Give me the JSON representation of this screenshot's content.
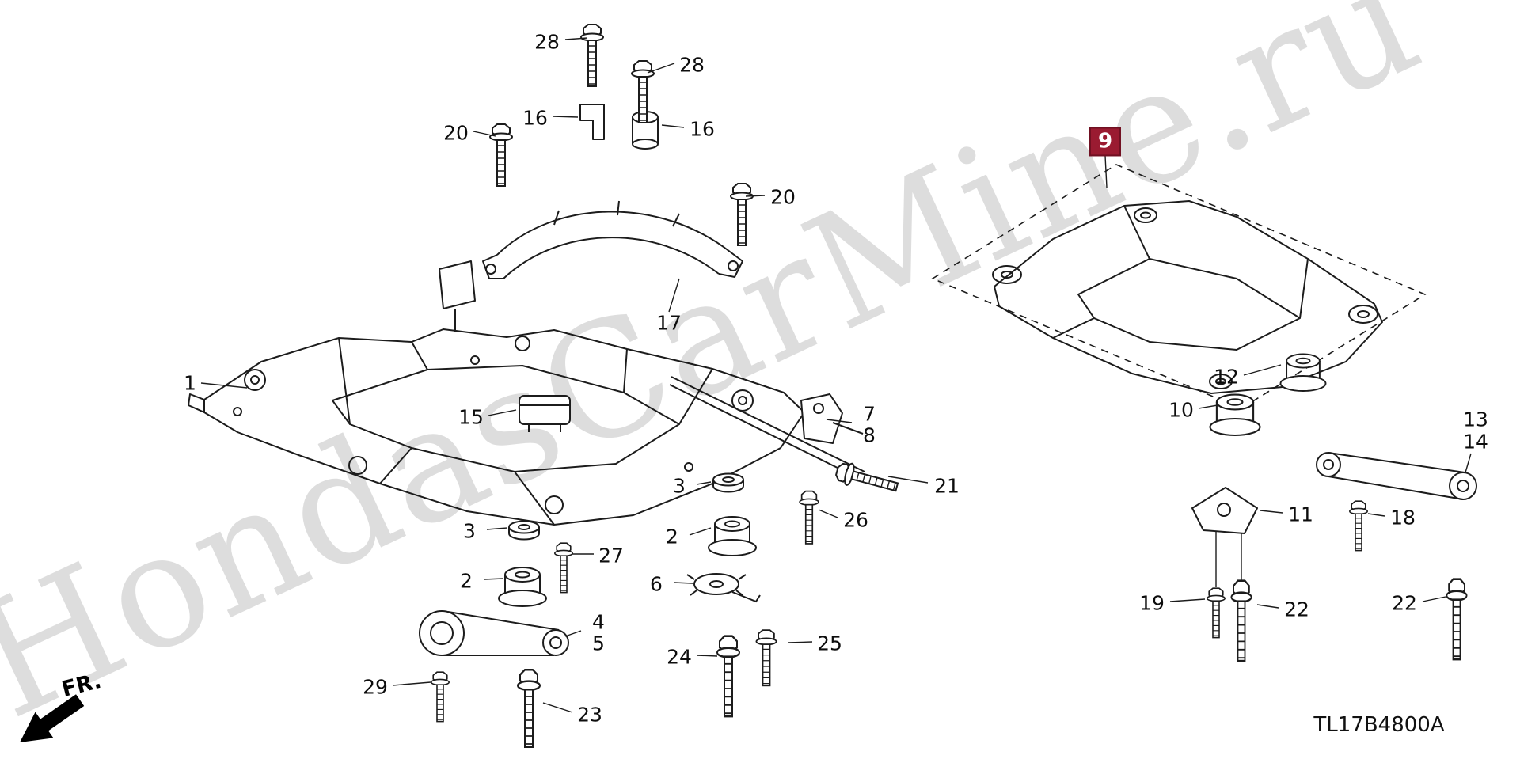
{
  "page": {
    "watermark": "HondasCarMine.ru",
    "diagram_code": "TL17B4800A",
    "direction_label": "FR."
  },
  "highlighted_part": {
    "number": "9",
    "highlight_color": "#9a1b31",
    "text_color": "#ffffff"
  },
  "part_labels": [
    {
      "text": "28"
    },
    {
      "text": "28"
    },
    {
      "text": "16"
    },
    {
      "text": "16"
    },
    {
      "text": "20"
    },
    {
      "text": "20"
    },
    {
      "text": "17"
    },
    {
      "text": "1"
    },
    {
      "text": "15"
    },
    {
      "text": "7"
    },
    {
      "text": "8"
    },
    {
      "text": "21"
    },
    {
      "text": "3"
    },
    {
      "text": "26"
    },
    {
      "text": "3"
    },
    {
      "text": "2"
    },
    {
      "text": "27"
    },
    {
      "text": "2"
    },
    {
      "text": "6"
    },
    {
      "text": "4"
    },
    {
      "text": "5"
    },
    {
      "text": "25"
    },
    {
      "text": "24"
    },
    {
      "text": "29"
    },
    {
      "text": "23"
    },
    {
      "text": "12"
    },
    {
      "text": "10"
    },
    {
      "text": "13"
    },
    {
      "text": "14"
    },
    {
      "text": "11"
    },
    {
      "text": "18"
    },
    {
      "text": "19"
    },
    {
      "text": "22"
    },
    {
      "text": "22"
    }
  ]
}
